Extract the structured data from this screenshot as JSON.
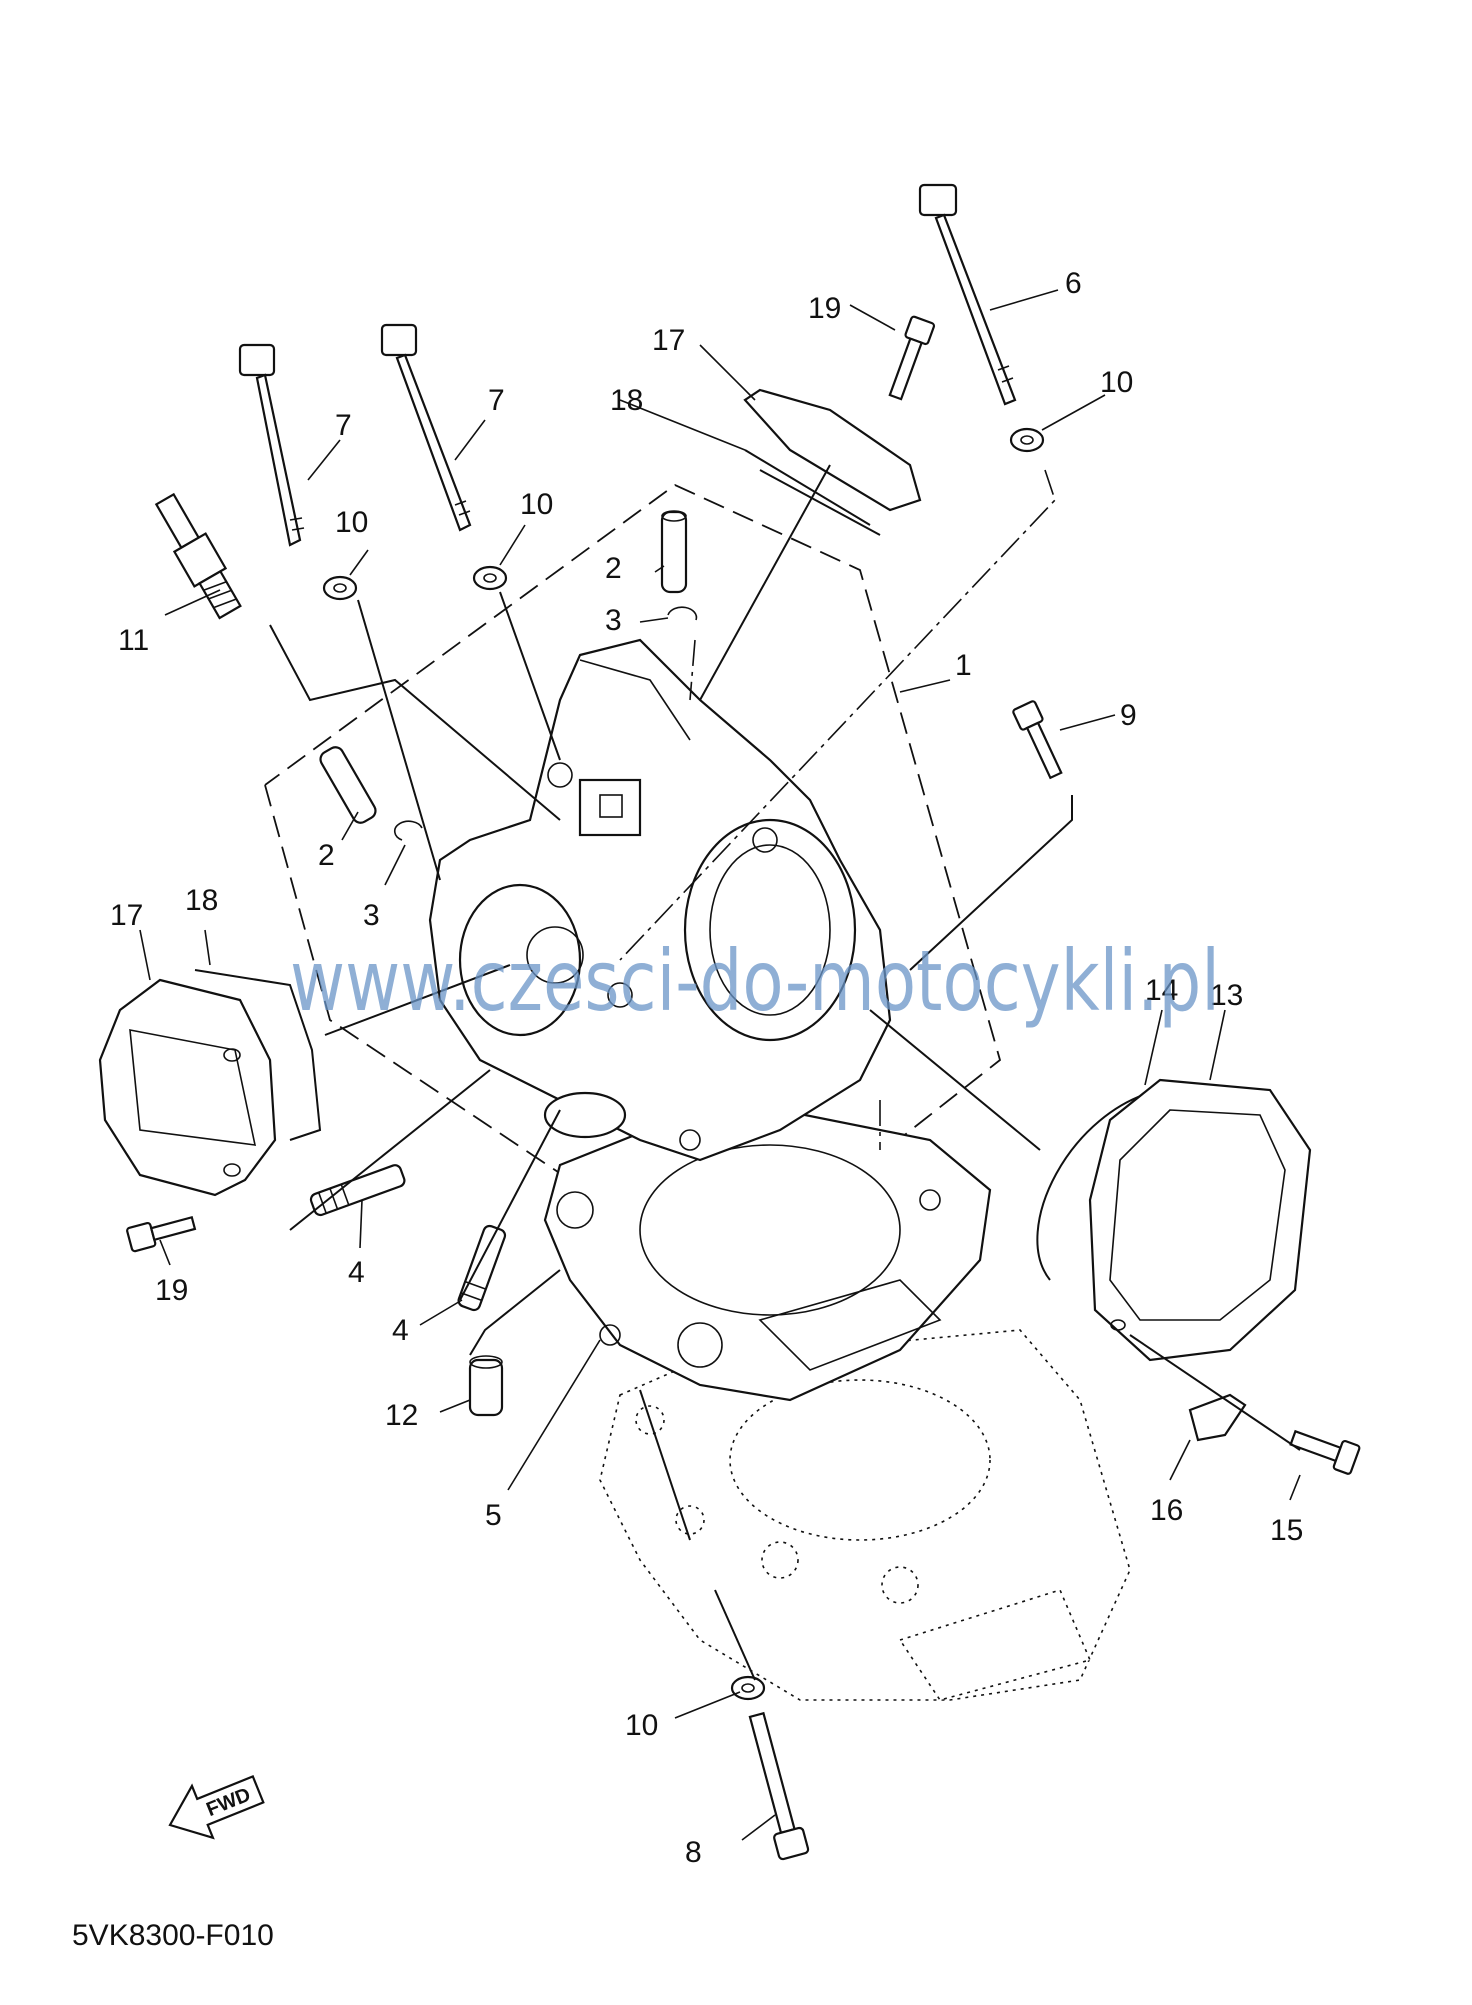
{
  "diagram": {
    "code": "5VK8300-F010",
    "watermark": "www.czesci-do-motocykli.pl",
    "fwd_label": "FWD",
    "callouts": {
      "c1": "1",
      "c2a": "2",
      "c2b": "2",
      "c3a": "3",
      "c3b": "3",
      "c4a": "4",
      "c4b": "4",
      "c5": "5",
      "c6": "6",
      "c7a": "7",
      "c7b": "7",
      "c8": "8",
      "c9": "9",
      "c10a": "10",
      "c10b": "10",
      "c10c": "10",
      "c10d": "10",
      "c11": "11",
      "c12": "12",
      "c13": "13",
      "c14": "14",
      "c15": "15",
      "c16": "16",
      "c17a": "17",
      "c17b": "17",
      "c18a": "18",
      "c18b": "18",
      "c19a": "19",
      "c19b": "19"
    }
  }
}
